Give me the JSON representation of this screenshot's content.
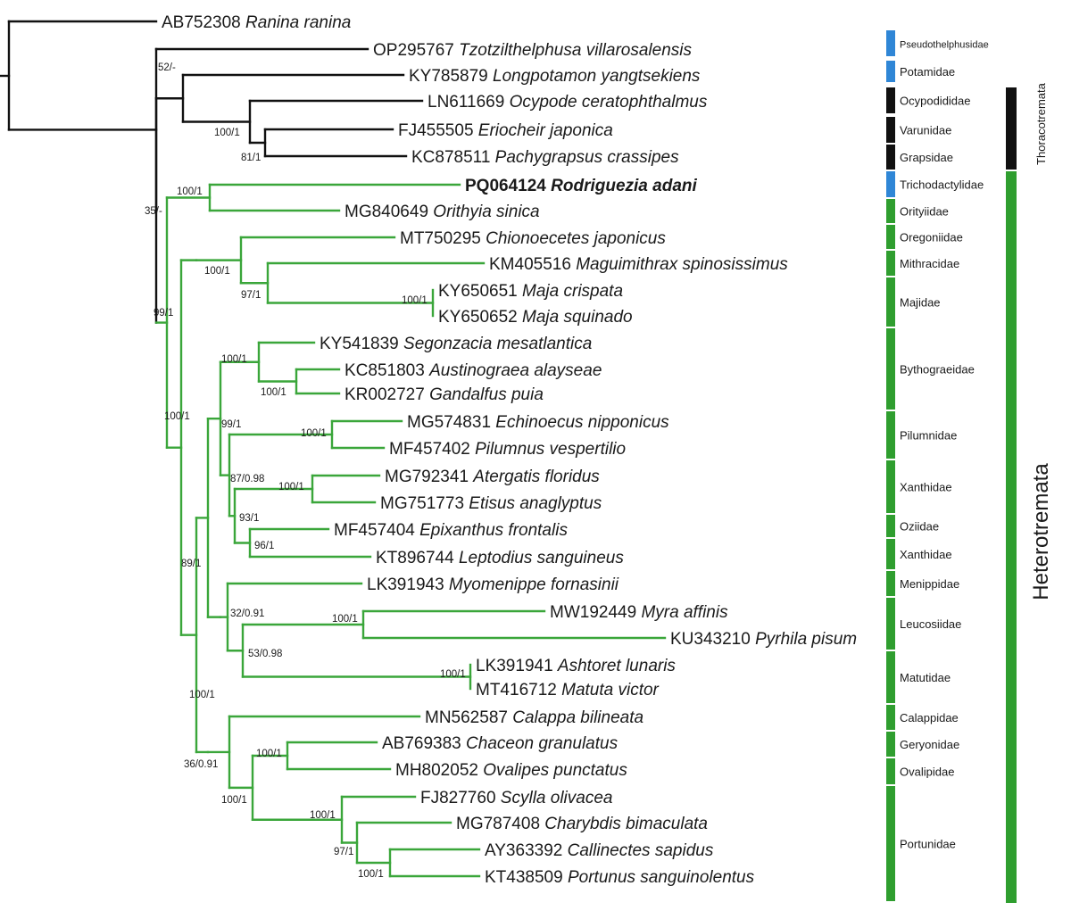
{
  "colors": {
    "black_clade": "#111111",
    "green_clade": "#3aa63a",
    "blue_family": "#2f86d6",
    "black_family": "#111111",
    "green_family": "#2f9e2f"
  },
  "taxa": [
    {
      "id": "ranina",
      "accession": "AB752308",
      "species": "Ranina ranina"
    },
    {
      "id": "tzotz",
      "accession": "OP295767",
      "species": "Tzotzilthelphusa villarosalensis"
    },
    {
      "id": "longpo",
      "accession": "KY785879",
      "species": "Longpotamon yangtsekiens"
    },
    {
      "id": "ocypode",
      "accession": "LN611669",
      "species": "Ocypode ceratophthalmus"
    },
    {
      "id": "eriocheir",
      "accession": "FJ455505",
      "species": "Eriocheir japonica"
    },
    {
      "id": "pachy",
      "accession": "KC878511",
      "species": "Pachygrapsus crassipes"
    },
    {
      "id": "rodrig",
      "accession": "PQ064124",
      "species": "Rodriguezia adani",
      "bold": true
    },
    {
      "id": "orithyia",
      "accession": "MG840649",
      "species": "Orithyia sinica"
    },
    {
      "id": "chiono",
      "accession": "MT750295",
      "species": "Chionoecetes japonicus"
    },
    {
      "id": "maguim",
      "accession": "KM405516",
      "species": "Maguimithrax spinosissimus"
    },
    {
      "id": "majacr",
      "accession": "KY650651",
      "species": "Maja crispata"
    },
    {
      "id": "majasq",
      "accession": "KY650652",
      "species": "Maja squinado"
    },
    {
      "id": "segonz",
      "accession": "KY541839",
      "species": "Segonzacia mesatlantica"
    },
    {
      "id": "austino",
      "accession": "KC851803",
      "species": "Austinograea alayseae"
    },
    {
      "id": "gandal",
      "accession": "KR002727",
      "species": "Gandalfus puia"
    },
    {
      "id": "echino",
      "accession": "MG574831",
      "species": "Echinoecus nipponicus"
    },
    {
      "id": "pilumn",
      "accession": "MF457402",
      "species": "Pilumnus vespertilio"
    },
    {
      "id": "aterg",
      "accession": "MG792341",
      "species": "Atergatis floridus"
    },
    {
      "id": "etisus",
      "accession": "MG751773",
      "species": "Etisus anaglyptus"
    },
    {
      "id": "epixan",
      "accession": "MF457404",
      "species": "Epixanthus frontalis"
    },
    {
      "id": "leptod",
      "accession": "KT896744",
      "species": "Leptodius sanguineus"
    },
    {
      "id": "myomen",
      "accession": "LK391943",
      "species": "Myomenippe fornasinii"
    },
    {
      "id": "myra",
      "accession": "MW192449",
      "species": "Myra affinis"
    },
    {
      "id": "pyrhila",
      "accession": "KU343210",
      "species": "Pyrhila pisum"
    },
    {
      "id": "ashtor",
      "accession": "LK391941",
      "species": "Ashtoret lunaris"
    },
    {
      "id": "matuta",
      "accession": "MT416712",
      "species": "Matuta victor"
    },
    {
      "id": "calappa",
      "accession": "MN562587",
      "species": "Calappa bilineata"
    },
    {
      "id": "chaceon",
      "accession": "AB769383",
      "species": "Chaceon granulatus"
    },
    {
      "id": "ovalip",
      "accession": "MH802052",
      "species": "Ovalipes punctatus"
    },
    {
      "id": "scylla",
      "accession": "FJ827760",
      "species": "Scylla olivacea"
    },
    {
      "id": "charyb",
      "accession": "MG787408",
      "species": "Charybdis bimaculata"
    },
    {
      "id": "callin",
      "accession": "AY363392",
      "species": "Callinectes sapidus"
    },
    {
      "id": "portun",
      "accession": "KT438509",
      "species": "Portunus sanguinolentus"
    }
  ],
  "support_values": [
    {
      "id": "n_tzotz",
      "label": "52/-"
    },
    {
      "id": "n_ocyp",
      "label": "100/1"
    },
    {
      "id": "n_erio",
      "label": "81/1"
    },
    {
      "id": "n_rodrig",
      "label": "100/1"
    },
    {
      "id": "n_bigcl",
      "label": "35/-"
    },
    {
      "id": "n_oreg",
      "label": "100/1"
    },
    {
      "id": "n_mithr",
      "label": "97/1"
    },
    {
      "id": "n_maja",
      "label": "100/1"
    },
    {
      "id": "n_maj_ori",
      "label": "99/1"
    },
    {
      "id": "n_bytho",
      "label": "100/1"
    },
    {
      "id": "n_austgand",
      "label": "100/1"
    },
    {
      "id": "n_heteroA",
      "label": "100/1"
    },
    {
      "id": "n_pilx",
      "label": "99/1"
    },
    {
      "id": "n_pilum",
      "label": "100/1"
    },
    {
      "id": "n_xan",
      "label": "87/0.98"
    },
    {
      "id": "n_aterg",
      "label": "100/1"
    },
    {
      "id": "n_ozi",
      "label": "93/1"
    },
    {
      "id": "n_epix",
      "label": "96/1"
    },
    {
      "id": "n_main",
      "label": "89/1"
    },
    {
      "id": "n_menip",
      "label": "32/0.91"
    },
    {
      "id": "n_myra",
      "label": "100/1"
    },
    {
      "id": "n_leuco",
      "label": "53/0.98"
    },
    {
      "id": "n_matut",
      "label": "100/1"
    },
    {
      "id": "n_lower",
      "label": "100/1"
    },
    {
      "id": "n_calap",
      "label": "36/0.91"
    },
    {
      "id": "n_geryo",
      "label": "100/1"
    },
    {
      "id": "n_portA",
      "label": "100/1"
    },
    {
      "id": "n_portB",
      "label": "100/1"
    },
    {
      "id": "n_portC",
      "label": "97/1"
    },
    {
      "id": "n_portD",
      "label": "100/1"
    }
  ],
  "families": [
    {
      "id": "pseudo",
      "name": "Pseudothelphusidae",
      "color": "blue"
    },
    {
      "id": "potam",
      "name": "Potamidae",
      "color": "blue"
    },
    {
      "id": "ocypod",
      "name": "Ocypodididae",
      "color": "black"
    },
    {
      "id": "varun",
      "name": "Varunidae",
      "color": "black"
    },
    {
      "id": "grapsi",
      "name": "Grapsidae",
      "color": "black"
    },
    {
      "id": "tricho",
      "name": "Trichodactylidae",
      "color": "blue"
    },
    {
      "id": "orith",
      "name": "Orityiidae",
      "color": "green"
    },
    {
      "id": "oregon",
      "name": "Oregoniidae",
      "color": "green"
    },
    {
      "id": "mithr",
      "name": "Mithracidae",
      "color": "green"
    },
    {
      "id": "majid",
      "name": "Majidae",
      "color": "green"
    },
    {
      "id": "bytho",
      "name": "Bythograeidae",
      "color": "green"
    },
    {
      "id": "pilum",
      "name": "Pilumnidae",
      "color": "green"
    },
    {
      "id": "xanth1",
      "name": "Xanthidae",
      "color": "green"
    },
    {
      "id": "oziid",
      "name": "Oziidae",
      "color": "green"
    },
    {
      "id": "xanth2",
      "name": "Xanthidae",
      "color": "green"
    },
    {
      "id": "menip",
      "name": "Menippidae",
      "color": "green"
    },
    {
      "id": "leuco",
      "name": "Leucosiidae",
      "color": "green"
    },
    {
      "id": "matut",
      "name": "Matutidae",
      "color": "green"
    },
    {
      "id": "calap",
      "name": "Calappidae",
      "color": "green"
    },
    {
      "id": "geryo",
      "name": "Geryonidae",
      "color": "green"
    },
    {
      "id": "ovali",
      "name": "Ovalipidae",
      "color": "green"
    },
    {
      "id": "portu",
      "name": "Portunidae",
      "color": "green"
    }
  ],
  "groups": [
    {
      "id": "thoraco",
      "name": "Thoracotremata",
      "color": "black"
    },
    {
      "id": "hetero",
      "name": "Heterotremata",
      "color": "green"
    }
  ]
}
